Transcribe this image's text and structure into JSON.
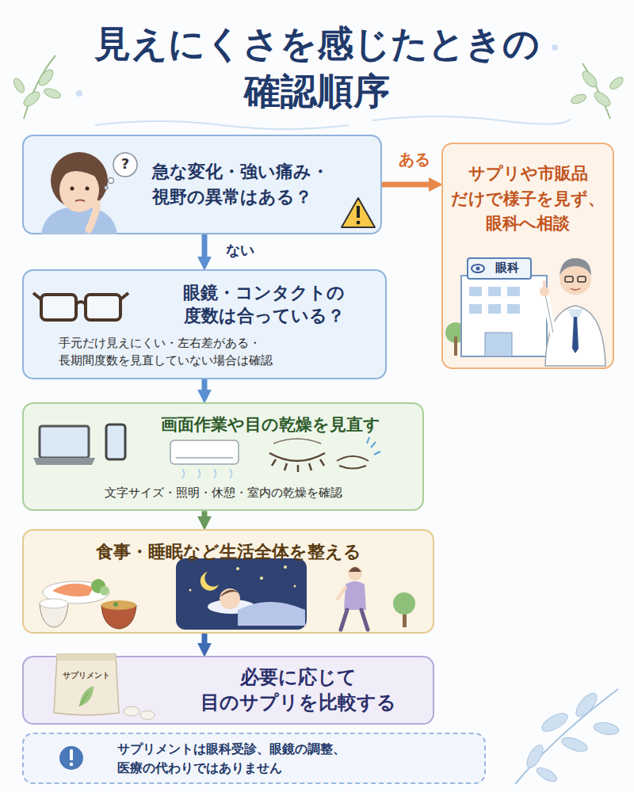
{
  "diagram": {
    "title": "見えにくさを感じたときの 確認順序",
    "nodes": [
      {
        "text": [
          "急な変化・強い痛み・ 視野の異常はある？"
        ]
      },
      {
        "text": [
          "サプリや市販品 だけで様子を見ず、 眼科へ相談"
        ]
      },
      {
        "text": [
          "眼鏡・コンタクトの 度数は合っている？",
          "手元だけ見えにくい・左右差がある・ 長期間度数を見直していない場合は確認"
        ]
      },
      {
        "text": [
          "画面作業や目の乾燥を見直す",
          "文字サイズ・照明・休憩・室内の乾燥を確認"
        ]
      },
      {
        "text": [
          "食事・睡眠など生活全体を整える"
        ]
      },
      {
        "text": [
          "必要に応じて 目のサプリを比較する"
        ]
      },
      {
        "text": [
          "サプリメントは眼科受診、眼鏡の調整、 医療の代わりではありません"
        ]
      }
    ],
    "edges": [
      {
        "from": 0,
        "to": 1,
        "label": "ある",
        "arrow": "to"
      },
      {
        "from": 0,
        "to": 2,
        "label": "ない",
        "arrow": "to"
      },
      {
        "from": 2,
        "to": 3,
        "arrow": "to"
      },
      {
        "from": 3,
        "to": 4,
        "arrow": "to"
      },
      {
        "from": 4,
        "to": 5,
        "arrow": "to"
      }
    ],
    "labels": [
      "?",
      "眼科",
      "サプリメント"
    ]
  }
}
